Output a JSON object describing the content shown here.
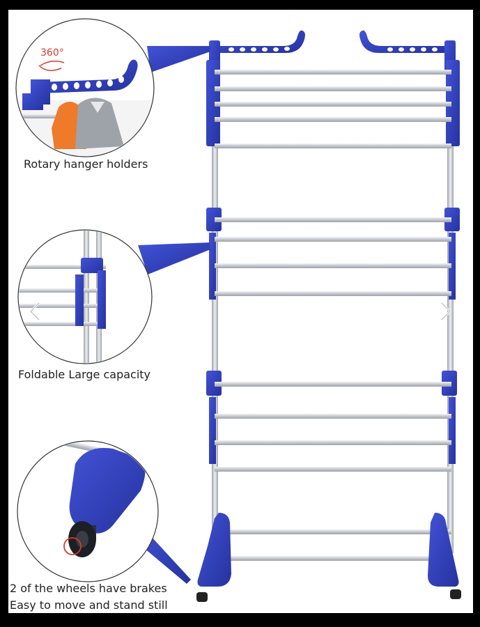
{
  "captions": {
    "rotary": "Rotary hanger holders",
    "foldable": "Foldable Large capacity",
    "wheels_line1": "2 of the wheels have brakes",
    "wheels_line2": "Easy to move and stand still"
  },
  "badge": {
    "rotation": "360°"
  },
  "colors": {
    "frame_blue": "#2f3fc0",
    "frame_blue_dark": "#1e2a8c",
    "rail_silver": "#c9ccd2",
    "shirt_orange": "#ee7a2a",
    "shirt_grey": "#9ea3aa",
    "badge_red": "#d23b2f"
  },
  "icons": {
    "prev": "chevron-left-icon",
    "next": "chevron-right-icon"
  }
}
